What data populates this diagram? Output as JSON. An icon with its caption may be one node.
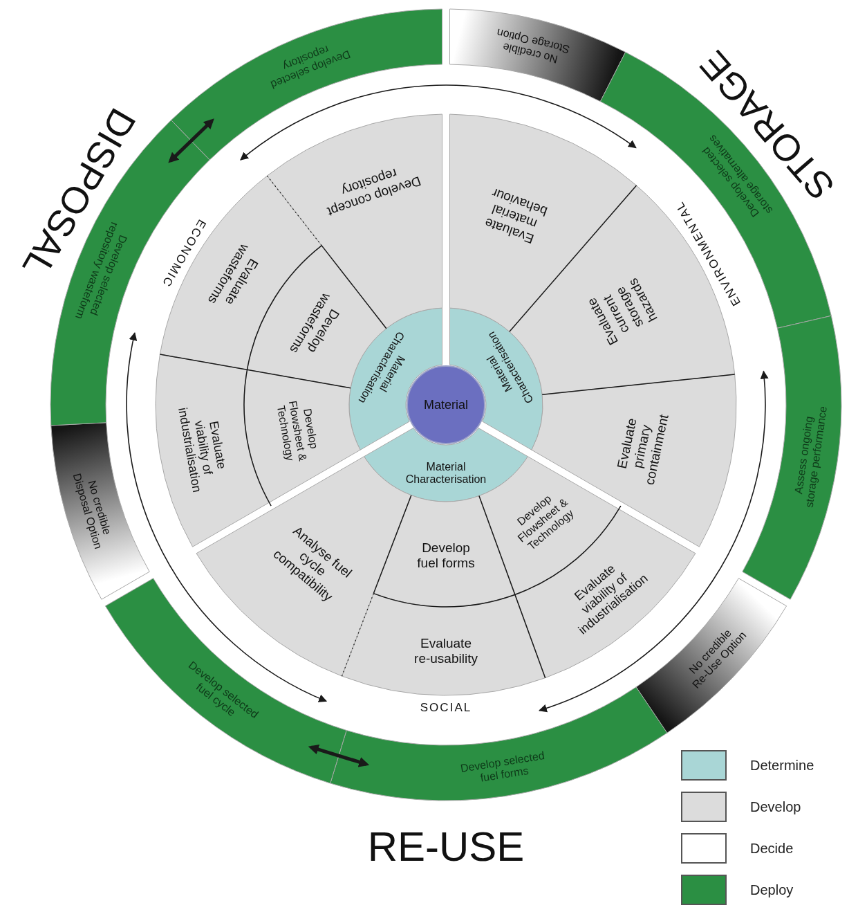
{
  "diagram": {
    "nodes": [
      {
        "text": [
          "Material"
        ]
      },
      {
        "text": [
          "Material Characterisation"
        ]
      },
      {
        "text": [
          "Material Characterisation"
        ]
      },
      {
        "text": [
          "Material Characterisation"
        ]
      },
      {
        "text": [
          "Develop concept repository"
        ]
      },
      {
        "text": [
          "Evaluate wasteforms"
        ]
      },
      {
        "text": [
          "Develop wasteforms"
        ]
      },
      {
        "text": [
          "Evaluate viability of industrialisation"
        ]
      },
      {
        "text": [
          "Develop Flowsheet & Technology"
        ]
      },
      {
        "text": [
          "Evaluate material behaviour"
        ]
      },
      {
        "text": [
          "Evaluate current storage hazards"
        ]
      },
      {
        "text": [
          "Evaluate primary containment"
        ]
      },
      {
        "text": [
          "Develop Flowsheet & Technology"
        ]
      },
      {
        "text": [
          "Evaluate viability of industrialisation"
        ]
      },
      {
        "text": [
          "Develop fuel forms"
        ]
      },
      {
        "text": [
          "Evaluate re-usability"
        ]
      },
      {
        "text": [
          "Analyse fuel cycle compatibility"
        ]
      },
      {
        "text": [
          "No credible Storage Option"
        ]
      },
      {
        "text": [
          "Develop selected storage alternatives"
        ]
      },
      {
        "text": [
          "Assess ongoing storage performance"
        ]
      },
      {
        "text": [
          "No credible Re-Use Option"
        ]
      },
      {
        "text": [
          "Develop selected fuel forms"
        ]
      },
      {
        "text": [
          "Develop selected fuel cycle"
        ]
      },
      {
        "text": [
          "No credible Disposal Option"
        ]
      },
      {
        "text": [
          "Develop selected repository wasteform"
        ]
      },
      {
        "text": [
          "Develop selected repository"
        ]
      }
    ],
    "edges": [
      {
        "from": 24,
        "to": 25,
        "arrow": "both"
      },
      {
        "from": 22,
        "to": 21,
        "arrow": "both"
      }
    ],
    "labels": [
      "DISPOSAL",
      "STORAGE",
      "ECONOMIC",
      "ENVIRONMENTAL",
      "SOCIAL",
      "RE-USE"
    ],
    "legend": [
      {
        "text": "Determine",
        "color": "#a9d6d6"
      },
      {
        "text": "Develop",
        "color": "#dcdcdc"
      },
      {
        "text": "Decide",
        "color": "#ffffff"
      },
      {
        "text": "Deploy",
        "color": "#2b8f43"
      }
    ]
  }
}
